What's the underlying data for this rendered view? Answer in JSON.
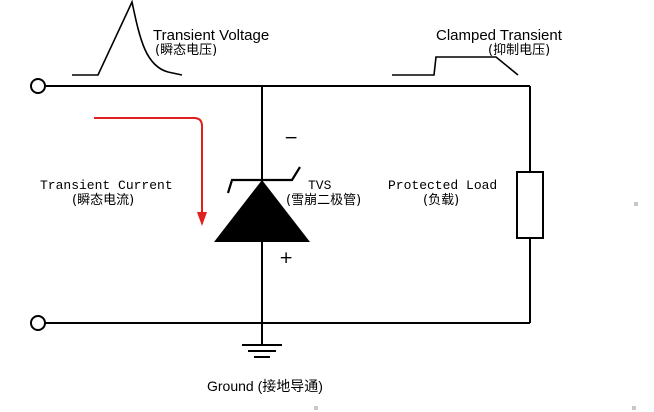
{
  "labels": {
    "transient_voltage": "Transient Voltage",
    "transient_voltage_cn": "(瞬态电压)",
    "clamped_transient": "Clamped Transient",
    "clamped_transient_cn": "(抑制电压)",
    "transient_current": "Transient Current",
    "transient_current_cn": "(瞬态电流)",
    "tvs": "TVS",
    "tvs_cn": "(雪崩二极管)",
    "protected_load": "Protected Load",
    "protected_load_cn": "(负载)",
    "ground": "Ground (接地导通)",
    "minus_sign": "−",
    "plus_sign": "+"
  },
  "colors": {
    "wire": "#000000",
    "current_arrow": "#e0201c",
    "diode_fill": "#000000",
    "background": "#ffffff"
  }
}
